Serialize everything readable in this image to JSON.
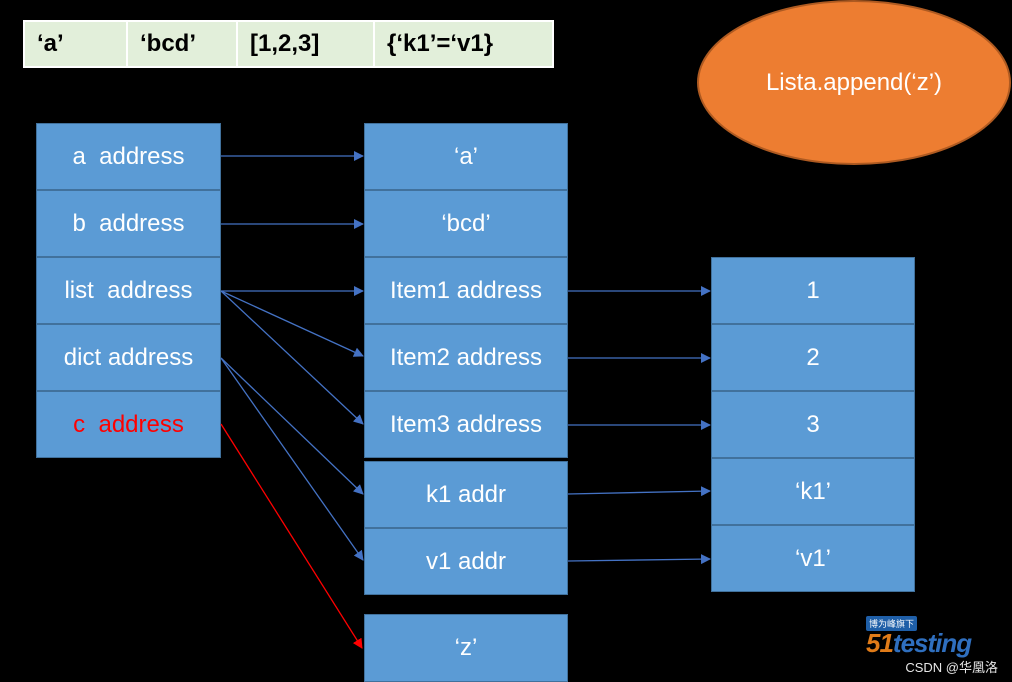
{
  "top_table": {
    "cells": [
      "‘a’",
      "‘bcd’",
      "[1,2,3]",
      "{‘k1’=‘v1}"
    ]
  },
  "oval": {
    "text": "Lista.append(‘z’)"
  },
  "left_column": [
    {
      "label": "a  address",
      "highlight": false
    },
    {
      "label": "b  address",
      "highlight": false
    },
    {
      "label": "list  address",
      "highlight": false
    },
    {
      "label": "dict address",
      "highlight": false
    },
    {
      "label": "c  address",
      "highlight": true
    }
  ],
  "middle_column": [
    "‘a’",
    "‘bcd’",
    "Item1 address",
    "Item2 address",
    "Item3 address",
    "k1 addr",
    "v1 addr"
  ],
  "middle_extra": "‘z’",
  "right_column": [
    "1",
    "2",
    "3",
    "‘k1’",
    "‘v1’"
  ],
  "logo": {
    "tag": "博为峰旗下",
    "brand_num": "51",
    "brand_text": "testing"
  },
  "watermark": "CSDN @华凰洛",
  "colors": {
    "box_fill": "#5b9bd5",
    "arrow_blue": "#4472c4",
    "arrow_red": "#ff0000",
    "oval_fill": "#ed7d31",
    "table_fill": "#e2efda"
  }
}
